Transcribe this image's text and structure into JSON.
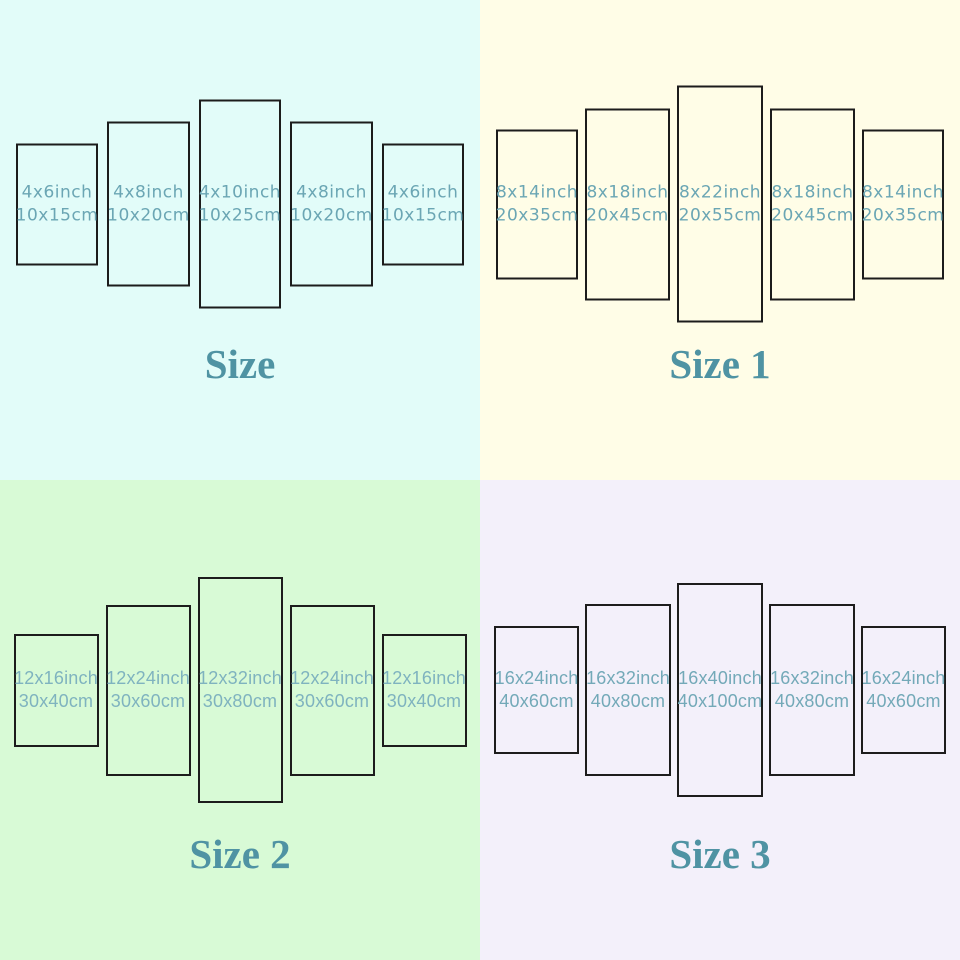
{
  "title_color": "#4f93a3",
  "panel_border_color": "#1c1c1c",
  "quadrants": [
    {
      "title": "Size",
      "background": "#e2fcf9",
      "text_color": "#6ba6b4",
      "panels": [
        {
          "inch": "4x6inch",
          "cm": "10x15cm"
        },
        {
          "inch": "4x8inch",
          "cm": "10x20cm"
        },
        {
          "inch": "4x10inch",
          "cm": "10x25cm"
        },
        {
          "inch": "4x8inch",
          "cm": "10x20cm"
        },
        {
          "inch": "4x6inch",
          "cm": "10x15cm"
        }
      ]
    },
    {
      "title": "Size 1",
      "background": "#fffde7",
      "text_color": "#6ba6b4",
      "panels": [
        {
          "inch": "8x14inch",
          "cm": "20x35cm"
        },
        {
          "inch": "8x18inch",
          "cm": "20x45cm"
        },
        {
          "inch": "8x22inch",
          "cm": "20x55cm"
        },
        {
          "inch": "8x18inch",
          "cm": "20x45cm"
        },
        {
          "inch": "8x14inch",
          "cm": "20x35cm"
        }
      ]
    },
    {
      "title": "Size 2",
      "background": "#d8fad6",
      "text_color": "#7fb3bf",
      "panels": [
        {
          "inch": "12x16inch",
          "cm": "30x40cm"
        },
        {
          "inch": "12x24inch",
          "cm": "30x60cm"
        },
        {
          "inch": "12x32inch",
          "cm": "30x80cm"
        },
        {
          "inch": "12x24inch",
          "cm": "30x60cm"
        },
        {
          "inch": "12x16inch",
          "cm": "30x40cm"
        }
      ]
    },
    {
      "title": "Size 3",
      "background": "#f3f0fa",
      "text_color": "#73a9b8",
      "panels": [
        {
          "inch": "16x24inch",
          "cm": "40x60cm"
        },
        {
          "inch": "16x32inch",
          "cm": "40x80cm"
        },
        {
          "inch": "16x40inch",
          "cm": "40x100cm"
        },
        {
          "inch": "16x32inch",
          "cm": "40x80cm"
        },
        {
          "inch": "16x24inch",
          "cm": "40x60cm"
        }
      ]
    }
  ]
}
